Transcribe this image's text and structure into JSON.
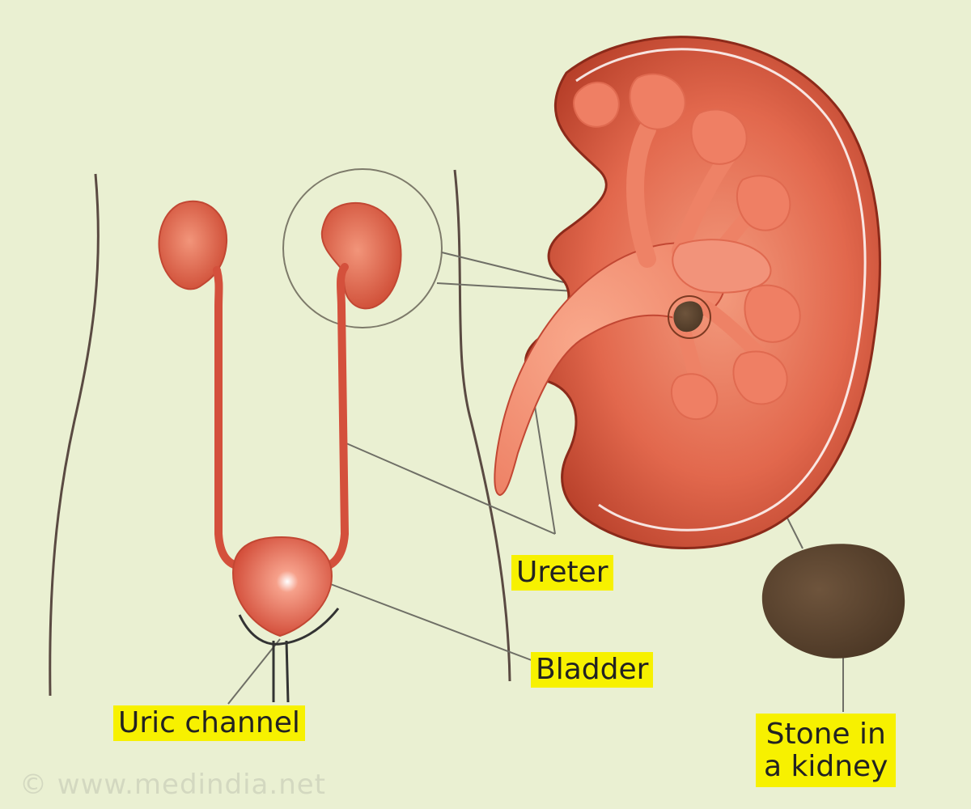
{
  "labels": {
    "ureter": "Ureter",
    "bladder": "Bladder",
    "uric_channel": "Uric channel",
    "stone_line1": "Stone in",
    "stone_line2": "a kidney"
  },
  "watermark": "© www.medindia.net",
  "colors": {
    "background": "#eaf0d2",
    "organ": "#d4503c",
    "organ_light": "#f08a6e",
    "organ_dark": "#b33a26",
    "stone": "#5a4330",
    "label_bg": "#f7f100",
    "outline": "#5a4a42"
  }
}
